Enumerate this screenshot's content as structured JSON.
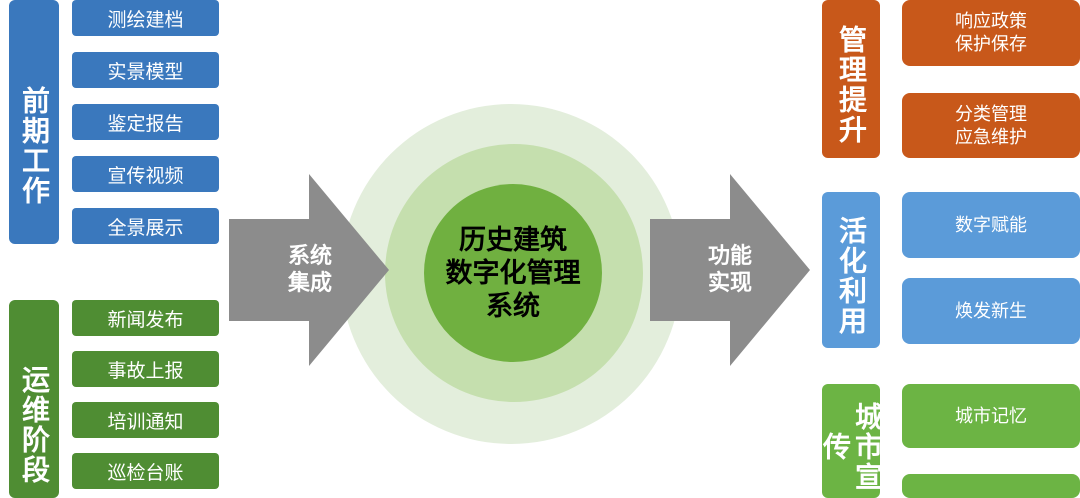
{
  "left_groups": [
    {
      "title": "前期工作",
      "color": "#3a78bd",
      "items": [
        "测绘建档",
        "实景模型",
        "鉴定报告",
        "宣传视频",
        "全景展示"
      ]
    },
    {
      "title": "运维阶段",
      "color": "#4f8d33",
      "items": [
        "新闻发布",
        "事故上报",
        "培训通知",
        "巡检台账"
      ]
    }
  ],
  "left_arrow_label": "系统\n集成",
  "center": {
    "title": "历史建筑\n数字化管理\n系统"
  },
  "right_arrow_label": "功能\n实现",
  "right_groups": [
    {
      "title": "管理提升",
      "color": "#c8581a",
      "items": [
        "响应政策\n保护保存",
        "分类管理\n应急维护"
      ]
    },
    {
      "title": "活化利用",
      "color": "#5b9bd9",
      "items": [
        "数字赋能",
        "焕发新生"
      ]
    },
    {
      "title": "城市宣传",
      "color": "#6cb444",
      "items": [
        "城市记忆",
        ""
      ]
    }
  ]
}
